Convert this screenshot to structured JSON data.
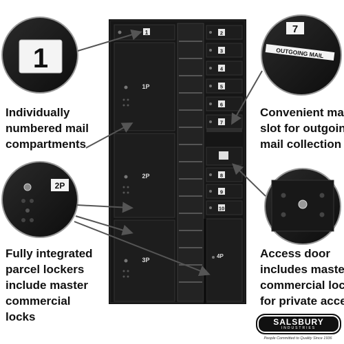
{
  "callouts": {
    "left_top": [
      "Individually",
      "numbered mail",
      "compartments"
    ],
    "right_top": [
      "Convenient mail",
      "slot for outgoing",
      "mail collection"
    ],
    "left_bottom": [
      "Fully integrated",
      "parcel lockers",
      "include master",
      "commercial",
      "locks"
    ],
    "right_bottom": [
      "Access door",
      "includes master",
      "commercial lock",
      "for private access"
    ]
  },
  "zoom_labels": {
    "number_one": "1",
    "parcel_2p": "2P",
    "slot_number": "7",
    "outgoing_mail": "OUTGOING MAIL"
  },
  "door_labels": {
    "left_column": [
      "1",
      "1P",
      "2P",
      "3P"
    ],
    "right_column": [
      "2",
      "3",
      "4",
      "5",
      "6",
      "7",
      "8",
      "9",
      "10",
      "4P"
    ]
  },
  "brand": {
    "name": "SALSBURY",
    "sub": "INDUSTRIES",
    "tagline": "People Committed to Quality Since 1936"
  },
  "colors": {
    "cabinet": "#141414",
    "door": "#1c1c1c",
    "label_bg": "#f2f2f2",
    "accent_text": "#111111"
  }
}
